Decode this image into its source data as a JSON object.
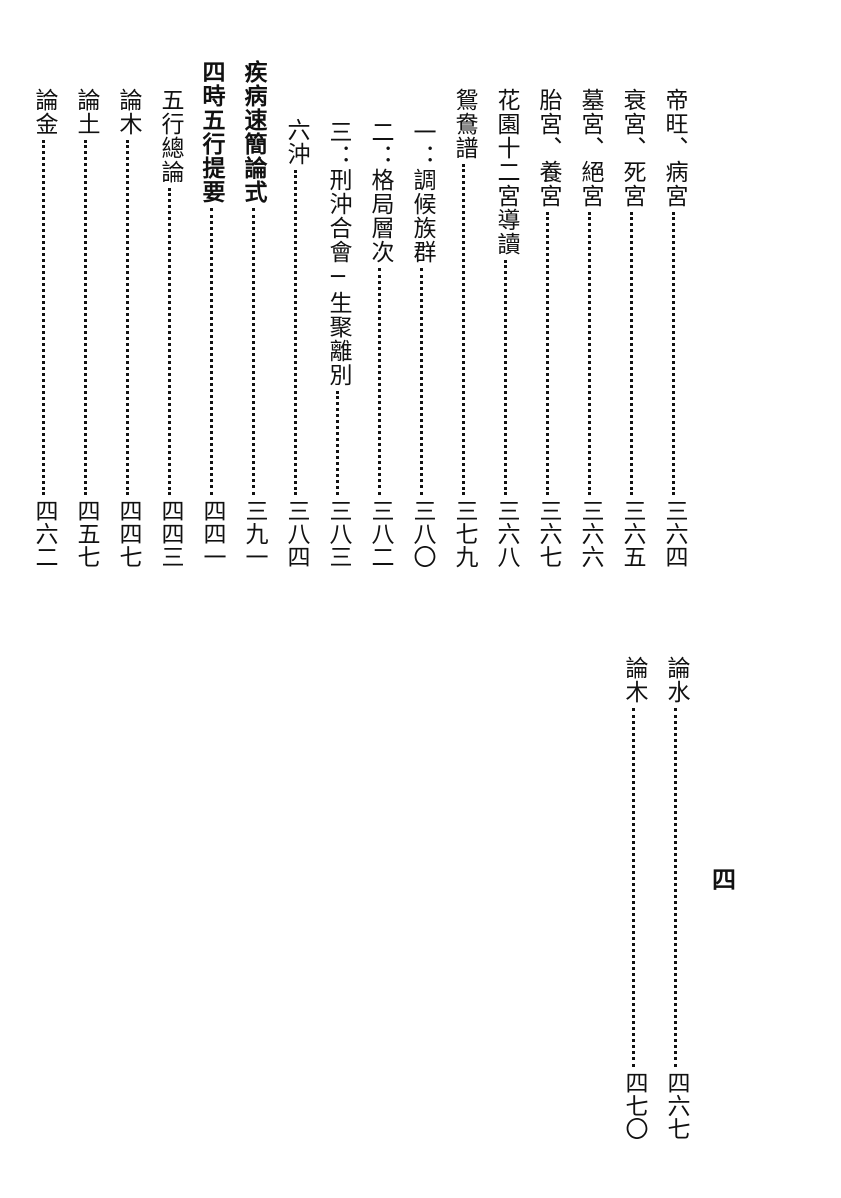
{
  "toc_top": [
    {
      "title": "帝旺、病宮",
      "page": "三六四",
      "bold": false
    },
    {
      "title": "衰宮、死宮",
      "page": "三六五",
      "bold": false
    },
    {
      "title": "墓宮、絕宮",
      "page": "三六六",
      "bold": false
    },
    {
      "title": "胎宮、養宮",
      "page": "三六七",
      "bold": false
    },
    {
      "title": "花園十二宮導讀",
      "page": "三六八",
      "bold": false
    },
    {
      "title": "鴛鴦譜",
      "page": "三七九",
      "bold": false
    },
    {
      "title": "一：調候族群",
      "page": "三八〇",
      "bold": false
    },
    {
      "title": "二：格局層次",
      "page": "三八二",
      "bold": false
    },
    {
      "title": "三：刑沖合會─生聚離別",
      "page": "三八三",
      "bold": false
    },
    {
      "title": "六沖",
      "page": "三八四",
      "bold": false
    },
    {
      "title": "疾病速簡論式",
      "page": "三九一",
      "bold": true
    },
    {
      "title": "四時五行提要",
      "page": "四四一",
      "bold": true
    },
    {
      "title": "五行總論",
      "page": "四四三",
      "bold": false
    },
    {
      "title": "論木",
      "page": "四四七",
      "bold": false
    },
    {
      "title": "論土",
      "page": "四五七",
      "bold": false
    },
    {
      "title": "論金",
      "page": "四六二",
      "bold": false
    }
  ],
  "toc_bottom": [
    {
      "title": "論水",
      "page": "四六七",
      "bold": false
    },
    {
      "title": "論木",
      "page": "四七〇",
      "bold": false
    }
  ],
  "page_number": "四"
}
